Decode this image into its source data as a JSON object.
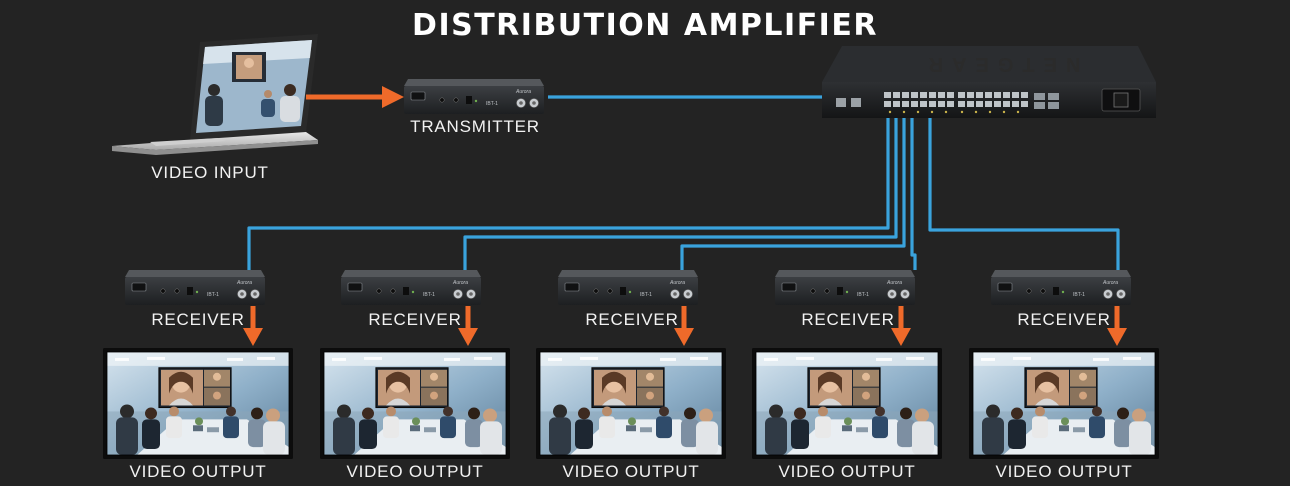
{
  "title": "DISTRIBUTION AMPLIFIER",
  "labels": {
    "video_input": "VIDEO INPUT",
    "transmitter": "TRANSMITTER",
    "receiver": "RECEIVER",
    "video_output": "VIDEO OUTPUT"
  },
  "device": {
    "brand": "Aurora",
    "model": "IBT-1",
    "switch_brand": "NETGEAR"
  },
  "colors": {
    "background": "#232323",
    "network_cable": "#3aa3dd",
    "signal_arrow": "#ef6a2a"
  }
}
